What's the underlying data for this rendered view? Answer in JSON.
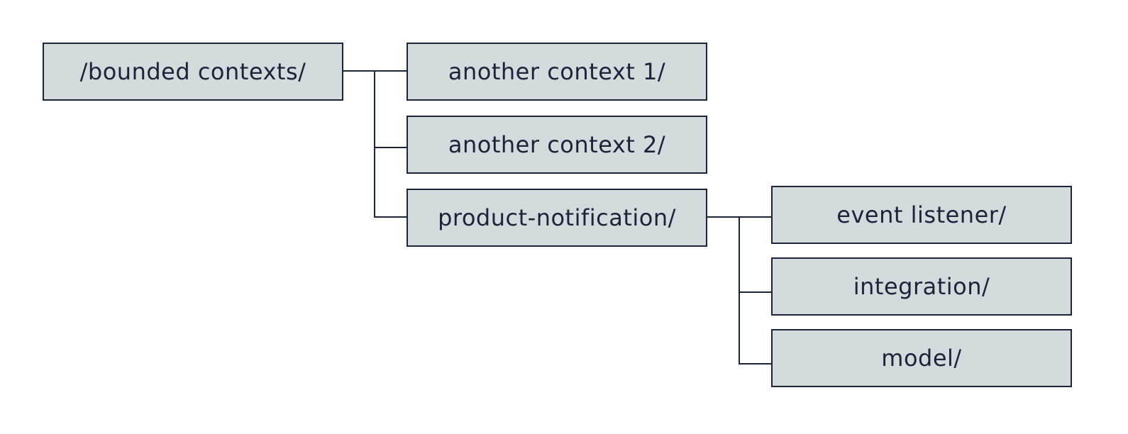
{
  "tree": {
    "root": {
      "label": "/bounded contexts/"
    },
    "level1": [
      {
        "label": "another context 1/"
      },
      {
        "label": "another context 2/"
      },
      {
        "label": "product-notification/"
      }
    ],
    "level2": [
      {
        "label": "event listener/"
      },
      {
        "label": "integration/"
      },
      {
        "label": "model/"
      }
    ]
  },
  "colors": {
    "box_fill": "#d3dbdd",
    "box_border": "#1e2438",
    "text": "#1e2438",
    "connector": "#1e2438",
    "background": "#ffffff"
  }
}
